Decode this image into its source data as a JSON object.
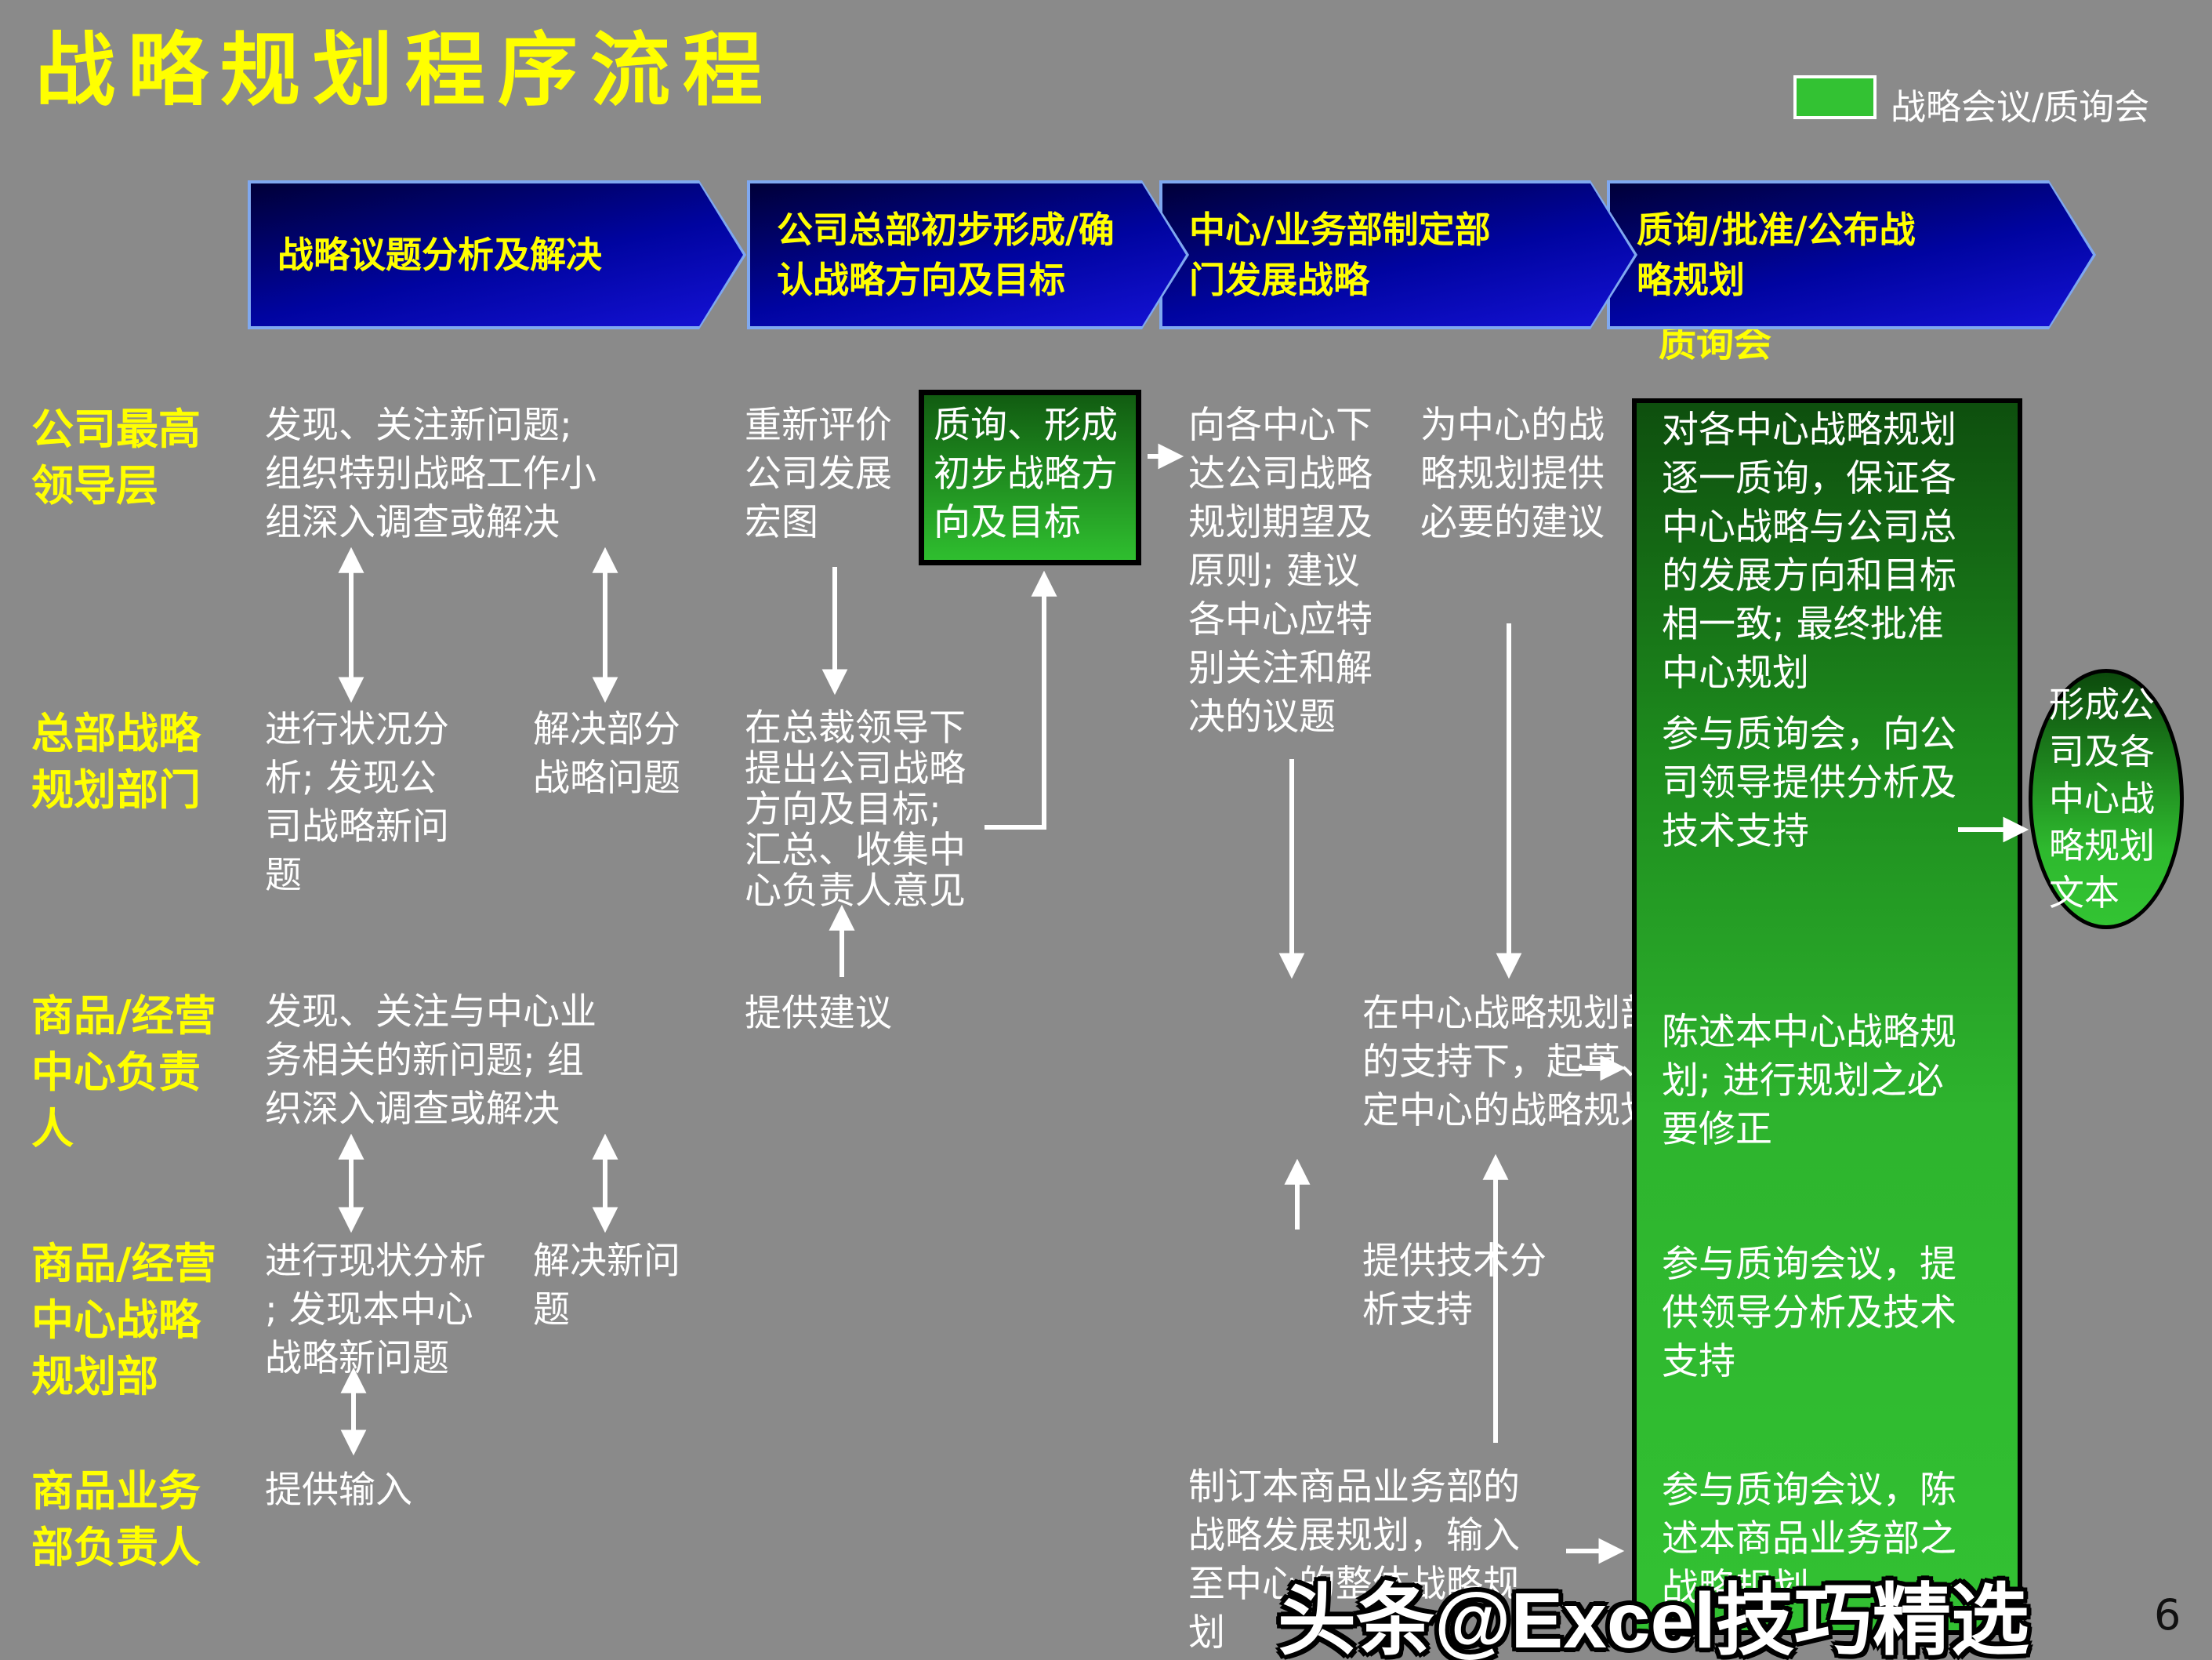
{
  "title": "战略规划程序流程",
  "legend": {
    "label": "战略会议/质询会",
    "swatch_color": "#33c233"
  },
  "colors": {
    "accent_yellow": "#ffff00",
    "banner_blue": "#0b0bc0",
    "meeting_green": "#33c233",
    "background_gray": "#8a8a8a"
  },
  "stages": {
    "banners": [
      "战略议题分析及解决",
      "公司总部初步形成/确\n认战略方向及目标",
      "中心/业务部制定部\n门发展战略",
      "质询/批准/公布战\n略规划"
    ],
    "sublabel": "质询会"
  },
  "roles": [
    "公司最高\n领导层",
    "总部战略\n规划部门",
    "商品/经营\n中心负责\n人",
    "商品/经营\n中心战略\n规划部",
    "商品业务\n部负责人"
  ],
  "flow": {
    "c1r1": "发现、关注新问题;\n组织特别战略工作小\n组深入调查或解决",
    "c1r2a": "进行状况分\n析; 发现公\n司战略新问\n题",
    "c1r2b": "解决部分\n战略问题",
    "c1r3": "发现、关注与中心业\n务相关的新问题; 组\n织深入调查或解决",
    "c1r4a": "进行现状分析\n; 发现本中心\n战略新问题",
    "c1r4b": "解决新问\n题",
    "c1r5": "提供输入",
    "c2r1": "重新评价\n公司发展\n宏图",
    "c2box": "质询、形成\n初步战略方\n向及目标",
    "c2r2": "在总裁领导下\n提出公司战略\n方向及目标;\n汇总、收集中\n心负责人意见",
    "c2r3": "提供建议",
    "c3r1a": "向各中心下\n达公司战略\n规划期望及\n原则; 建议\n各中心应特\n别关注和解\n决的议题",
    "c3r1b": "为中心的战\n略规划提供\n必要的建议",
    "c3r3": "在中心战略规划部门\n的支持下，起草、制\n定中心的战略规划",
    "c3r4": "提供技术分\n析支持",
    "c3r5": "制订本商品业务部的\n战略发展规划，输入\n至中心的整体战略规\n划"
  },
  "review": {
    "g1": "对各中心战略规划\n逐一质询，保证各\n中心战略与公司总\n的发展方向和目标\n相一致; 最终批准\n中心规划",
    "g2": "参与质询会，向公\n司领导提供分析及\n技术支持",
    "g3": "陈述本中心战略规\n划; 进行规划之必\n要修正",
    "g4": "参与质询会议，提\n供领导分析及技术\n支持",
    "g5": "参与质询会议，陈\n述本商品业务部之\n战略规划",
    "ellipse": "形成公司及各中心战略规划文本"
  },
  "watermark": "头条@Excel技巧精选",
  "page_number": "6"
}
